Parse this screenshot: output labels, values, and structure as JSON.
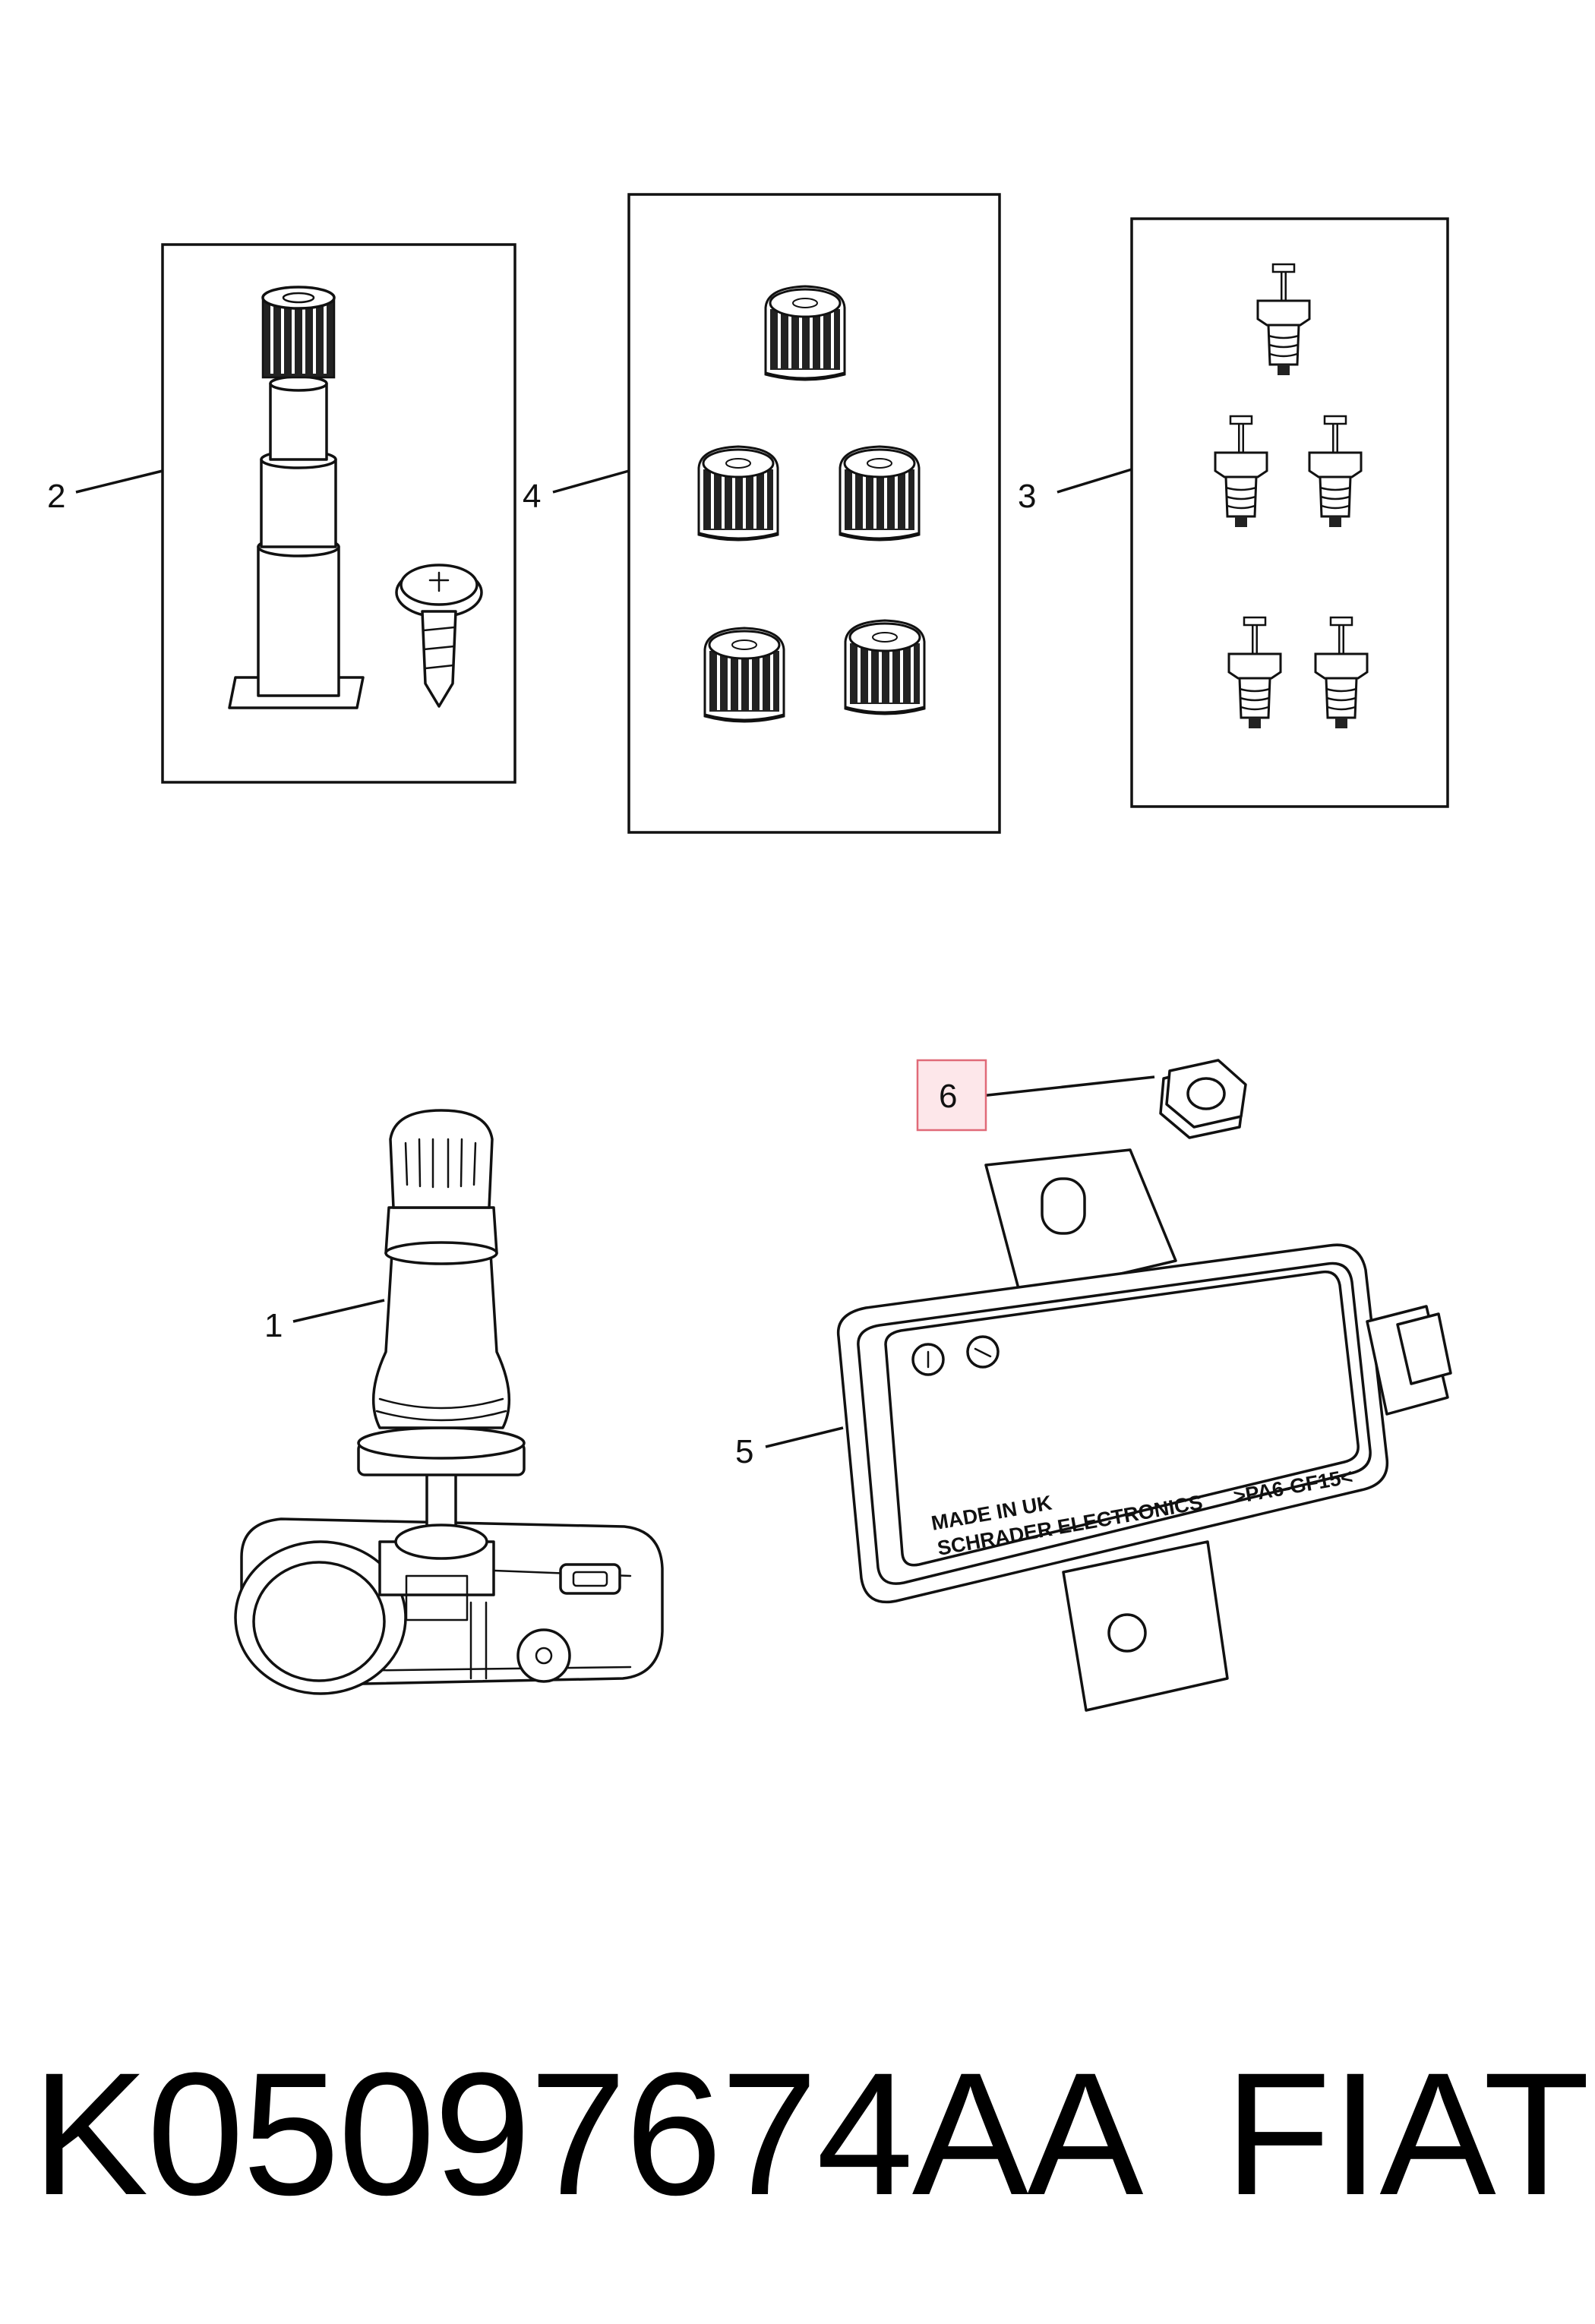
{
  "callouts": [
    {
      "id": "1",
      "label": "1"
    },
    {
      "id": "2",
      "label": "2"
    },
    {
      "id": "3",
      "label": "3"
    },
    {
      "id": "4",
      "label": "4"
    },
    {
      "id": "5",
      "label": "5"
    },
    {
      "id": "6",
      "label": "6",
      "highlighted": true
    }
  ],
  "sensor_module": {
    "text_line1": "MADE IN UK",
    "text_line2": "SCHRADER ELECTRONICS",
    "material_mark": ">PA6-GF15<"
  },
  "footer": {
    "part_number": "K05097674AA",
    "brand": "FIAT"
  },
  "colors": {
    "line": "#111111",
    "highlight_fill": "#fde7ea",
    "highlight_border": "#e06a78"
  }
}
